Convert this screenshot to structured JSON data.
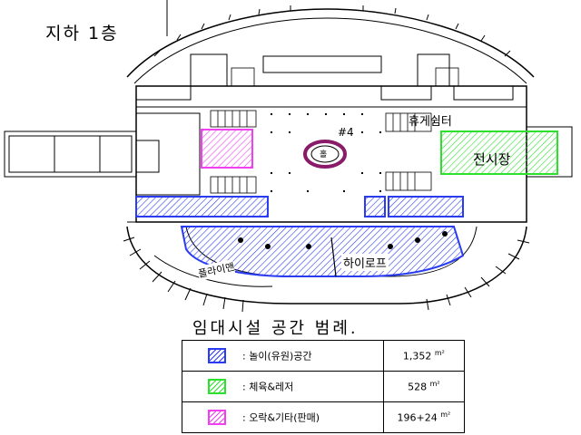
{
  "floor_title": "지하  1층",
  "plan_labels": {
    "rest_area": "휴게쉼터",
    "exhibition": "전시장",
    "hall_mark": "#4",
    "hall_center": "홀",
    "high_rope": "하이로프",
    "floor_ride": "플라이맨"
  },
  "legend": {
    "title": "임대시설  공간  범례.",
    "rows": [
      {
        "label": ":  놀이(유원)공간",
        "value": "1,352",
        "unit": "m²",
        "color": "#2a3cf0"
      },
      {
        "label": ":  체육&레저",
        "value": "528",
        "unit": "m²",
        "color": "#2ee02e"
      },
      {
        "label": ":  오락&기타(판매)",
        "value": "196+24",
        "unit": "m²",
        "color": "#f040f0"
      }
    ]
  },
  "colors": {
    "play_area": "#2a3cf0",
    "sports_leisure": "#2ee02e",
    "amusement_retail": "#f040f0",
    "line": "#000000"
  }
}
